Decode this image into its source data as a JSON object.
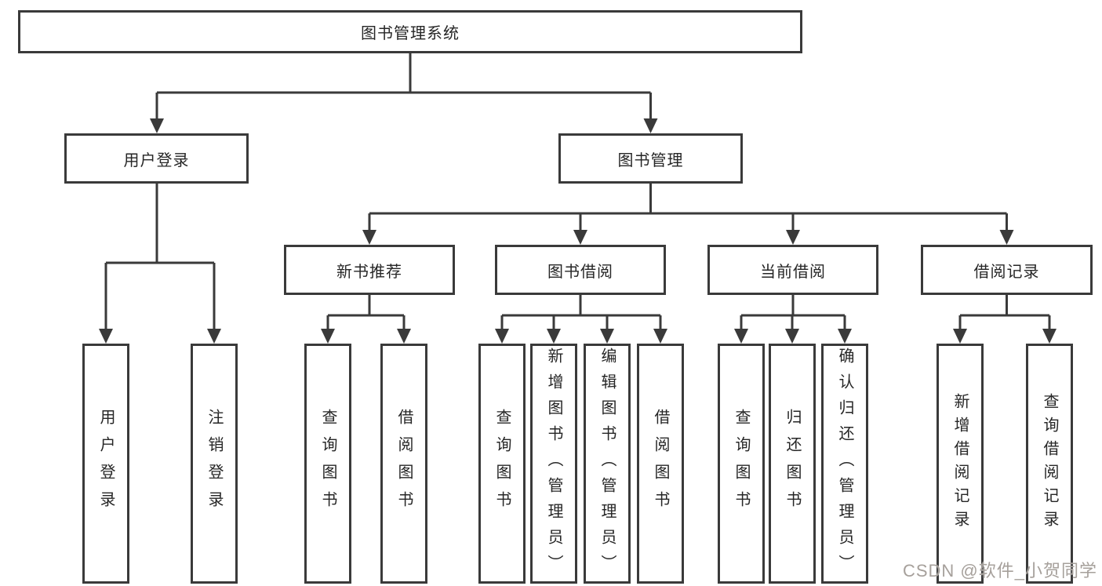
{
  "diagram": {
    "root": {
      "label": "图书管理系统"
    },
    "level1": [
      {
        "label": "用户登录"
      },
      {
        "label": "图书管理"
      }
    ],
    "level2": [
      {
        "label": "新书推荐"
      },
      {
        "label": "图书借阅"
      },
      {
        "label": "当前借阅"
      },
      {
        "label": "借阅记录"
      }
    ],
    "leaves": [
      {
        "label": "用户登录"
      },
      {
        "label": "注销登录"
      },
      {
        "label": "查询图书"
      },
      {
        "label": "借阅图书"
      },
      {
        "label": "查询图书"
      },
      {
        "label": "新增图书（管理员）"
      },
      {
        "label": "编辑图书（管理员）"
      },
      {
        "label": "借阅图书"
      },
      {
        "label": "查询图书"
      },
      {
        "label": "归还图书"
      },
      {
        "label": "确认归还（管理员）"
      },
      {
        "label": "新增借阅记录"
      },
      {
        "label": "查询借阅记录"
      }
    ],
    "colors": {
      "line": "#3a3a3a",
      "box_border": "#3a3a3a",
      "box_fill": "#ffffff",
      "text": "#262626",
      "watermark": "#a6a09b"
    }
  },
  "watermark": {
    "text": "CSDN @软件_小贺同学"
  }
}
